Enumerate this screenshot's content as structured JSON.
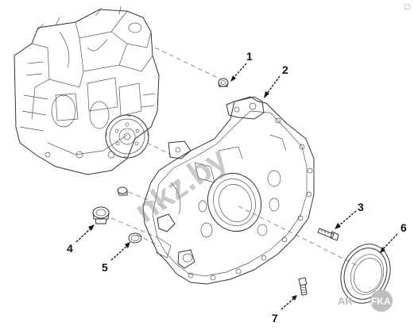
{
  "callouts": [
    {
      "id": "1",
      "label": "1"
    },
    {
      "id": "2",
      "label": "2"
    },
    {
      "id": "3",
      "label": "3"
    },
    {
      "id": "4",
      "label": "4"
    },
    {
      "id": "5",
      "label": "5"
    },
    {
      "id": "6",
      "label": "6"
    },
    {
      "id": "7",
      "label": "7"
    }
  ],
  "watermark": {
    "text": "nkz.by",
    "logo_left": "AR",
    "logo_right": "FKA"
  },
  "corner_mark": "☐",
  "colors": {
    "line": "#333333",
    "watermark": "#8a8a8a",
    "logo": "#bdbdbd",
    "background": "#ffffff"
  }
}
